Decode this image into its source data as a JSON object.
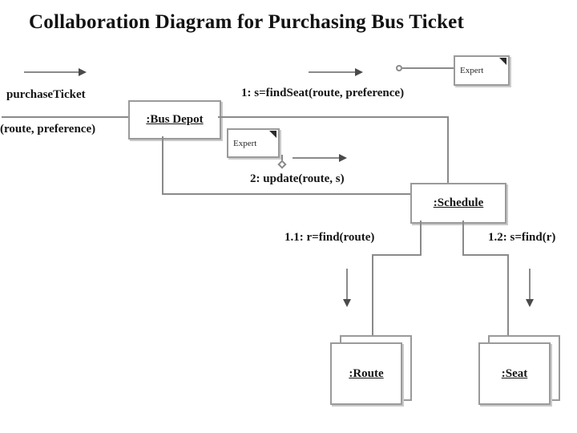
{
  "diagram": {
    "title": "Collaboration Diagram for Purchasing Bus Ticket",
    "type": "uml-collaboration-diagram",
    "colors": {
      "background": "#ffffff",
      "line": "#8a8a8a",
      "box_border": "#9a9a9a",
      "text": "#151515",
      "arrow_head": "#4a4a4a"
    }
  },
  "objects": [
    {
      "id": "bus-depot",
      "label": ":Bus Depot",
      "multi": false
    },
    {
      "id": "schedule",
      "label": ":Schedule",
      "multi": false
    },
    {
      "id": "route",
      "label": ":Route",
      "multi": true
    },
    {
      "id": "seat",
      "label": ":Seat",
      "multi": true
    }
  ],
  "notes": [
    {
      "id": "expert-note-top",
      "label": "Expert"
    },
    {
      "id": "expert-note-mid",
      "label": "Expert"
    }
  ],
  "messages": [
    {
      "id": "entry-message",
      "name": "purchaseTicket",
      "args": "(route, preference)"
    },
    {
      "id": "message-1",
      "label": "1: s=findSeat(route, preference)"
    },
    {
      "id": "message-2",
      "label": "2: update(route, s)"
    },
    {
      "id": "message-1-1",
      "label": "1.1: r=find(route)"
    },
    {
      "id": "message-1-2",
      "label": "1.2: s=find(r)"
    }
  ]
}
